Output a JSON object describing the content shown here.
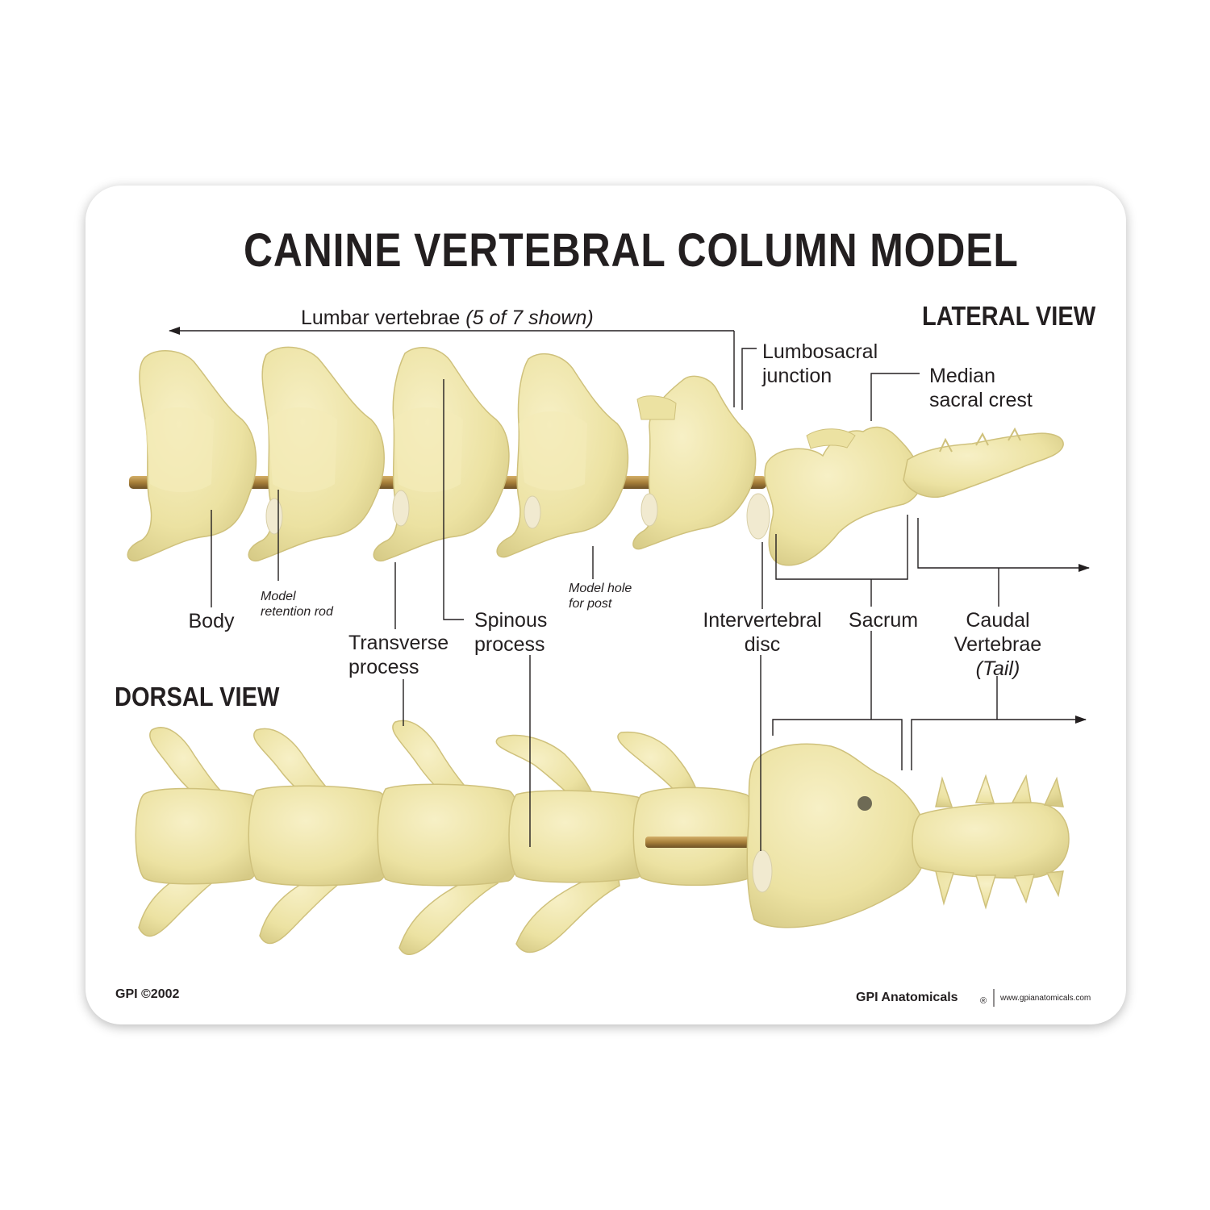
{
  "title": "CANINE VERTEBRAL COLUMN MODEL",
  "views": {
    "lateral": "LATERAL VIEW",
    "dorsal": "DORSAL VIEW"
  },
  "labels": {
    "lumbar": "Lumbar vertebrae",
    "lumbar_note": "(5 of 7 shown)",
    "lumbosacral_1": "Lumbosacral",
    "lumbosacral_2": "junction",
    "median_1": "Median",
    "median_2": "sacral crest",
    "body": "Body",
    "retention_1": "Model",
    "retention_2": "retention rod",
    "transverse_1": "Transverse",
    "transverse_2": "process",
    "spinous_1": "Spinous",
    "spinous_2": "process",
    "hole_1": "Model hole",
    "hole_2": "for post",
    "ivdisc_1": "Intervertebral",
    "ivdisc_2": "disc",
    "sacrum": "Sacrum",
    "caudal_1": "Caudal",
    "caudal_2": "Vertebrae",
    "caudal_3": "(Tail)"
  },
  "footer": {
    "copyright": "GPI ©2002",
    "brand": "GPI Anatomicals",
    "registered": "®",
    "url": "www.gpianatomicals.com"
  },
  "colors": {
    "bone": "#efe6a7",
    "bone_shadow": "#d9ce8a",
    "rod": "#a8803a",
    "ink": "#231f20"
  }
}
